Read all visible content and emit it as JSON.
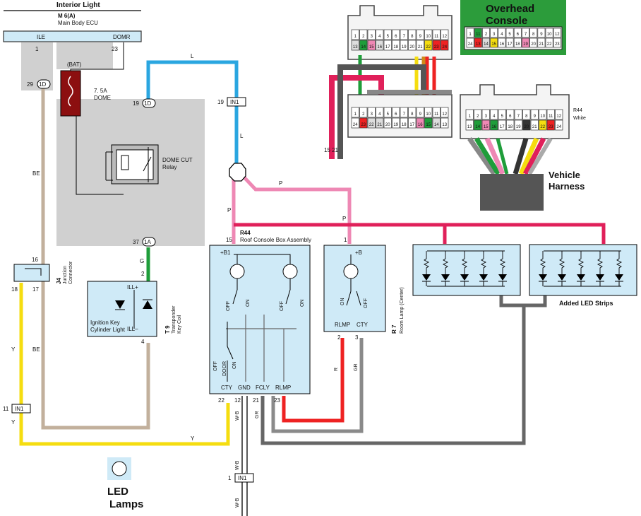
{
  "header": {
    "title": "Interior Light",
    "ecu_ref": "M 6(A)",
    "ecu_name": "Main Body ECU",
    "ecu_pin_ile": "ILE",
    "ecu_pin_domr": "DOMR",
    "pin_1": "1",
    "pin_23": "23"
  },
  "fuse": {
    "bat": "(BAT)",
    "rating": "7. 5A",
    "name": "DOME"
  },
  "relay": {
    "name": "DOME CUT",
    "type": "Relay"
  },
  "connectors": {
    "c_29": "29",
    "c_1d_a": "1D",
    "c_19a": "19",
    "c_1d_b": "1D",
    "c_37": "37",
    "c_1a": "1A",
    "c_19b": "19",
    "c_in1_a": "IN1",
    "c_11": "11",
    "c_in1_b": "IN1",
    "c_1": "1",
    "c_in1_c": "IN1"
  },
  "wires": {
    "l_top": "L",
    "l_mid": "L",
    "p_left": "P",
    "p_right": "P",
    "p_down": "P",
    "be_upper": "BE",
    "be_lower": "BE",
    "g": "G",
    "y_left": "Y",
    "y_down": "Y",
    "y_bottom": "Y",
    "wb_a": "W-B",
    "wb_b": "W-B",
    "wb_c": "W-B",
    "gr_a": "GR",
    "r": "R",
    "gr_b": "GR"
  },
  "junction": {
    "ref": "J4",
    "name": "Junction",
    "name2": "Connector",
    "pin_16": "16",
    "pin_18": "18",
    "pin_17": "17"
  },
  "transponder": {
    "pin_2": "2",
    "pin_4": "4",
    "ill_plus": "ILL+",
    "ill_minus": "ILL–",
    "light_name": "Ignition Key",
    "light_name2": "Cylinder Light",
    "ref": "T 9",
    "name": "Transponder",
    "name2": "Key Coil"
  },
  "roof_console": {
    "ref": "R44",
    "name": "Roof Console Box Assembly",
    "pin_15": "15",
    "b1": "+B1",
    "sw1_off": "OFF",
    "sw1_on": "ON",
    "sw2_off": "OFF",
    "sw2_on": "ON",
    "door_off": "OFF",
    "door": "DOOR",
    "door_on": "ON",
    "term_cty": "CTY",
    "term_gnd": "GND",
    "term_fcly": "FCLY",
    "term_rlmp": "RLMP",
    "pin_22": "22",
    "pin_12": "12",
    "pin_21": "21",
    "pin_23": "23"
  },
  "room_lamp": {
    "pin_1": "1",
    "b": "+B",
    "on": "ON",
    "off": "OFF",
    "rlmp": "RLMP",
    "cty": "CTY",
    "pin_2": "2",
    "pin_3": "3",
    "ref": "R 7",
    "name": "Room Lamp (Center)"
  },
  "led_strips": {
    "label": "Added LED Strips"
  },
  "legend": {
    "line1": "LED",
    "line2": "Lamps"
  },
  "overhead": {
    "title1": "Overhead",
    "title2": "Console",
    "row1": [
      "1",
      "11",
      "2",
      "3",
      "4",
      "5",
      "6",
      "7",
      "8",
      "9",
      "10",
      "12"
    ],
    "row2": [
      "24",
      "13",
      "14",
      "15",
      "16",
      "17",
      "18",
      "19",
      "20",
      "21",
      "22",
      "23"
    ]
  },
  "top_conn": {
    "row1": [
      "1",
      "2",
      "3",
      "4",
      "5",
      "6",
      "7",
      "8",
      "9",
      "10",
      "11",
      "12"
    ],
    "row2": [
      "13",
      "14",
      "15",
      "16",
      "17",
      "18",
      "19",
      "20",
      "21",
      "22",
      "23",
      "24"
    ]
  },
  "mid_conn": {
    "row1": [
      "1",
      "2",
      "3",
      "4",
      "5",
      "6",
      "7",
      "8",
      "9",
      "10",
      "11",
      "12"
    ],
    "row2": [
      "24",
      "23",
      "22",
      "21",
      "20",
      "19",
      "18",
      "17",
      "16",
      "15",
      "14",
      "13"
    ],
    "wire_nums": "15 21"
  },
  "right_conn": {
    "ref": "R44",
    "color_label": "White",
    "row1": [
      "1",
      "2",
      "3",
      "4",
      "5",
      "6",
      "7",
      "8",
      "9",
      "10",
      "11",
      "12"
    ],
    "row2": [
      "13",
      "14",
      "15",
      "16",
      "17",
      "18",
      "19",
      "20",
      "21",
      "22",
      "23",
      "24"
    ]
  },
  "harness": {
    "line1": "Vehicle",
    "line2": "Harness"
  },
  "colors": {
    "blue": "#2aa6e0",
    "pink": "#ee88b4",
    "red_pink": "#e0205a",
    "tan": "#c2b09c",
    "yellow": "#f5dd10",
    "green": "#1f9d3a",
    "red": "#ee2222",
    "gray": "#8a8a8a",
    "dark_gray": "#666666",
    "panel": "#d0d0d0",
    "light_blue": "#cfeaf7",
    "fuse_red": "#8c0f10",
    "console_green": "#2c9c3b"
  }
}
